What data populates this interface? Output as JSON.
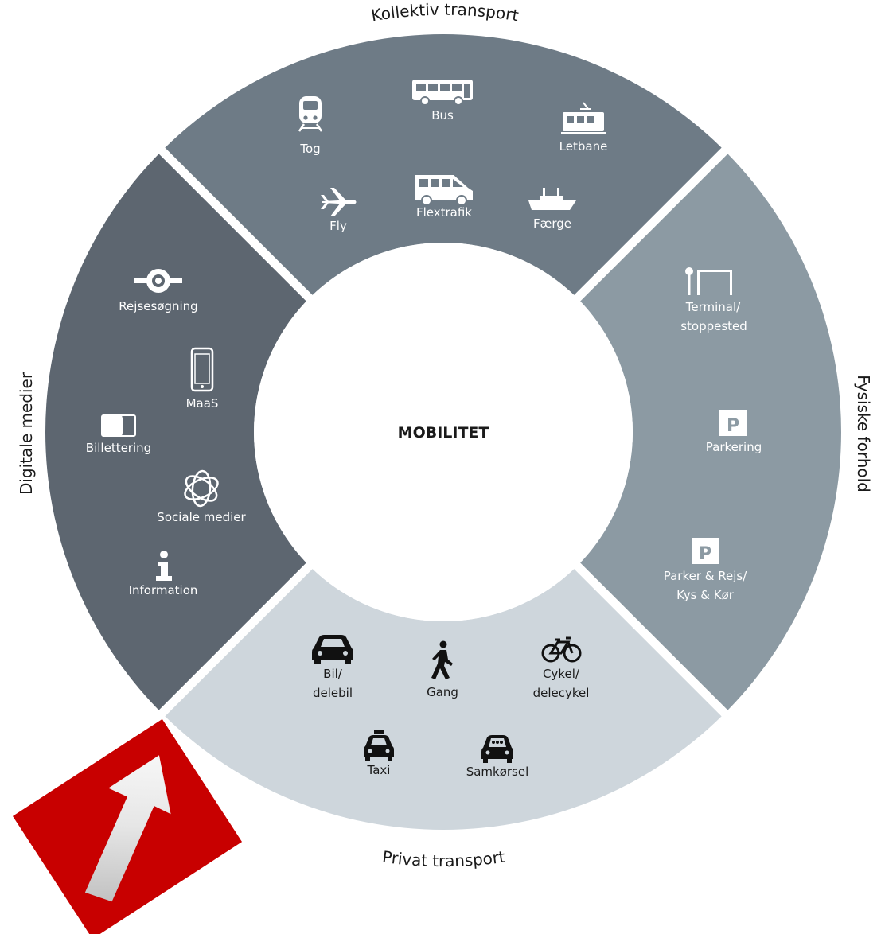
{
  "center": {
    "label": "MOBILITET"
  },
  "sections": {
    "kollektiv": {
      "title": "Kollektiv transport",
      "items": {
        "tog": "Tog",
        "bus": "Bus",
        "letbane": "Letbane",
        "fly": "Fly",
        "flextrafik": "Flextrafik",
        "faerge": "Færge"
      }
    },
    "fysiske": {
      "title": "Fysiske forhold",
      "items": {
        "terminal": [
          "Terminal/",
          "stoppested"
        ],
        "parkering": "Parkering",
        "parker_rejs": [
          "Parker & Rejs/",
          "Kys & Kør"
        ],
        "parking_sign": "P"
      }
    },
    "privat": {
      "title": "Privat transport",
      "items": {
        "bil": [
          "Bil/",
          "delebil"
        ],
        "gang": "Gang",
        "cykel": [
          "Cykel/",
          "delecykel"
        ],
        "taxi": "Taxi",
        "samkorsel": "Samkørsel"
      }
    },
    "digitale": {
      "title": "Digitale medier",
      "items": {
        "rejsesogning": "Rejsesøgning",
        "maas": "MaaS",
        "billettering": "Billettering",
        "sociale_medier": "Sociale medier",
        "information": "Information"
      }
    }
  },
  "colors": {
    "kollektiv": "#6e7b86",
    "fysiske": "#8c9aa3",
    "privat": "#ced6dc",
    "digitale": "#5d6670",
    "arrow_bg": "#c80000"
  }
}
